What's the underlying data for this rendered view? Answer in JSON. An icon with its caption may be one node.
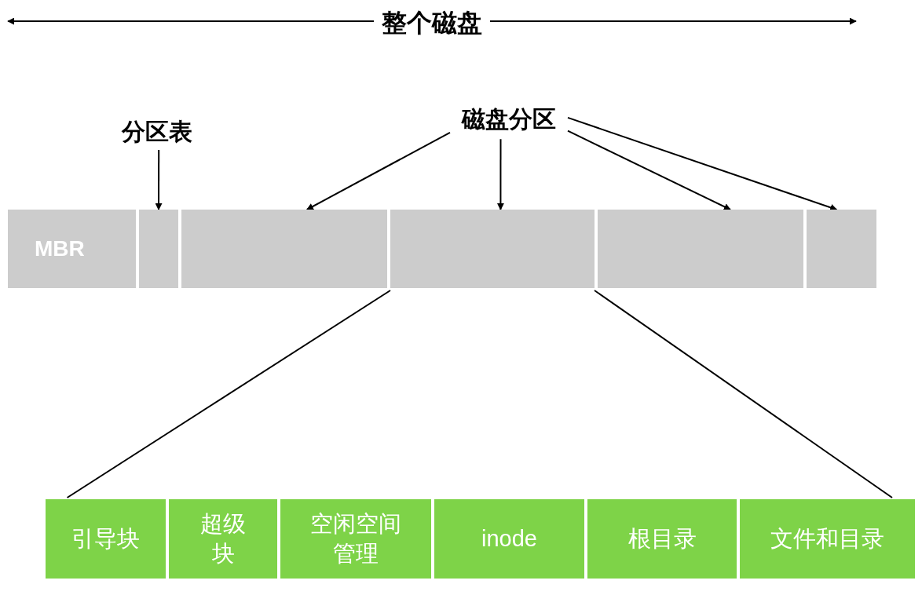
{
  "diagram": {
    "nodes": [
      {
        "text": [
          "分区表"
        ]
      },
      {
        "text": [
          "磁盘分区"
        ]
      },
      {
        "text": [
          "MBR"
        ]
      },
      {
        "text": [],
        "shape": "box"
      },
      {
        "text": [],
        "shape": "box"
      },
      {
        "text": [],
        "shape": "box"
      },
      {
        "text": [],
        "shape": "box"
      },
      {
        "text": [],
        "shape": "box"
      },
      {
        "text": [
          "引导块"
        ]
      },
      {
        "text": [
          "超级块"
        ]
      },
      {
        "text": [
          "空闲空间管理"
        ]
      },
      {
        "text": [
          "inode"
        ]
      },
      {
        "text": [
          "根目录"
        ]
      },
      {
        "text": [
          "文件和目录"
        ]
      }
    ],
    "edges": [
      {
        "from": 0,
        "to": 3,
        "arrow": "to"
      },
      {
        "from": 1,
        "to": 4,
        "arrow": "to"
      },
      {
        "from": 1,
        "to": 5,
        "arrow": "to"
      },
      {
        "from": 1,
        "to": 6,
        "arrow": "to"
      },
      {
        "from": 1,
        "to": 7,
        "arrow": "to"
      },
      {
        "from": 5,
        "to": 8,
        "arrow": "none"
      },
      {
        "from": 5,
        "to": 13,
        "arrow": "none"
      }
    ],
    "labels": [
      "整个磁盘"
    ]
  }
}
